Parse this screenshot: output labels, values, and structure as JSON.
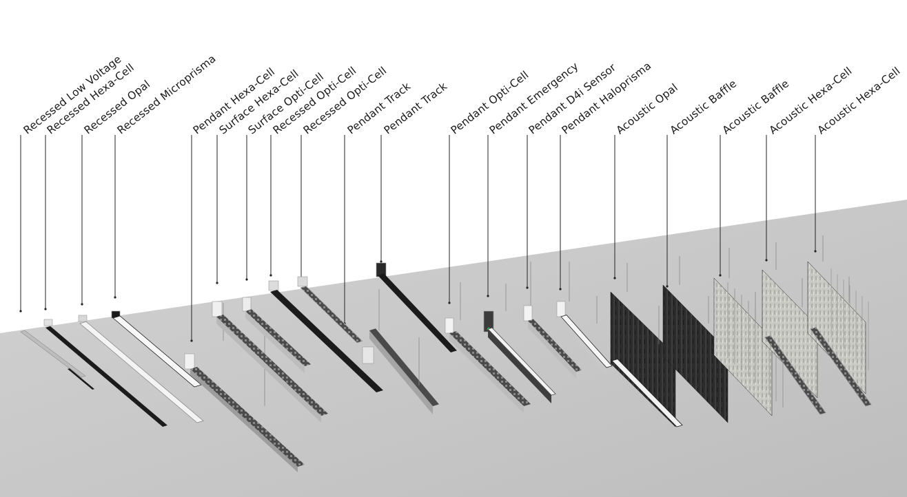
{
  "colors": {
    "background": "#ffffff",
    "ceiling_plane": "#c9c9c9",
    "leader_line": "#222222",
    "dark_fixture": "#1b1b1b",
    "aluminum_fixture": "#c4c4c4",
    "white_fixture": "#eeeeee",
    "acoustic_felt_dark": "#2e2e2e",
    "acoustic_felt_light": "#c8c8c3",
    "emergency_indicator": "#2ec24f"
  },
  "callouts": [
    {
      "label": "Recessed Low Voltage"
    },
    {
      "label": "Recessed Hexa-Cell"
    },
    {
      "label": "Recessed Opal"
    },
    {
      "label": "Recessed Microprisma"
    },
    {
      "label": "Pendant Hexa-Cell"
    },
    {
      "label": "Surface Hexa-Cell"
    },
    {
      "label": "Surface Opti-Cell"
    },
    {
      "label": "Recessed Opti-Cell"
    },
    {
      "label": "Recessed Opti-Cell"
    },
    {
      "label": "Pendant Track"
    },
    {
      "label": "Pendant Track"
    },
    {
      "label": "Pendant Opti-Cell"
    },
    {
      "label": "Pendant Emergency"
    },
    {
      "label": "Pendant D4i Sensor"
    },
    {
      "label": "Pendant Haloprisma"
    },
    {
      "label": "Acoustic Opal"
    },
    {
      "label": "Acoustic Baffle"
    },
    {
      "label": "Acoustic Baffle"
    },
    {
      "label": "Acoustic Hexa-Cell"
    },
    {
      "label": "Acoustic Hexa-Cell"
    }
  ]
}
